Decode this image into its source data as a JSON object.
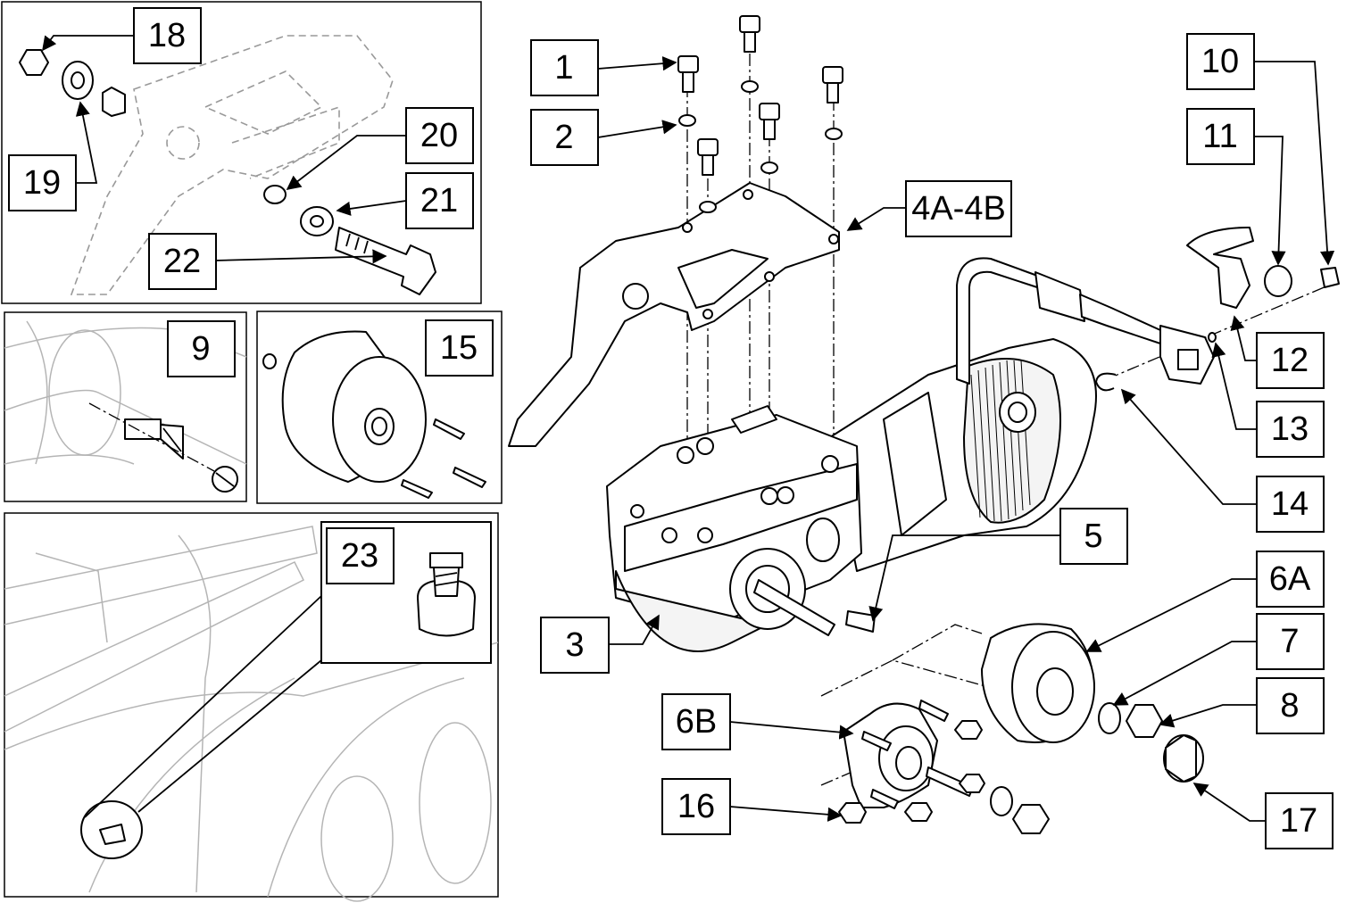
{
  "callouts": [
    {
      "id": "1",
      "label": "1"
    },
    {
      "id": "2",
      "label": "2"
    },
    {
      "id": "3",
      "label": "3"
    },
    {
      "id": "4",
      "label": "4A-4B"
    },
    {
      "id": "5",
      "label": "5"
    },
    {
      "id": "6a",
      "label": "6A"
    },
    {
      "id": "6b",
      "label": "6B"
    },
    {
      "id": "7",
      "label": "7"
    },
    {
      "id": "8",
      "label": "8"
    },
    {
      "id": "9",
      "label": "9"
    },
    {
      "id": "10",
      "label": "10"
    },
    {
      "id": "11",
      "label": "11"
    },
    {
      "id": "12",
      "label": "12"
    },
    {
      "id": "13",
      "label": "13"
    },
    {
      "id": "14",
      "label": "14"
    },
    {
      "id": "15",
      "label": "15"
    },
    {
      "id": "16",
      "label": "16"
    },
    {
      "id": "17",
      "label": "17"
    },
    {
      "id": "18",
      "label": "18"
    },
    {
      "id": "19",
      "label": "19"
    },
    {
      "id": "20",
      "label": "20"
    },
    {
      "id": "21",
      "label": "21"
    },
    {
      "id": "22",
      "label": "22"
    },
    {
      "id": "23",
      "label": "23"
    }
  ]
}
